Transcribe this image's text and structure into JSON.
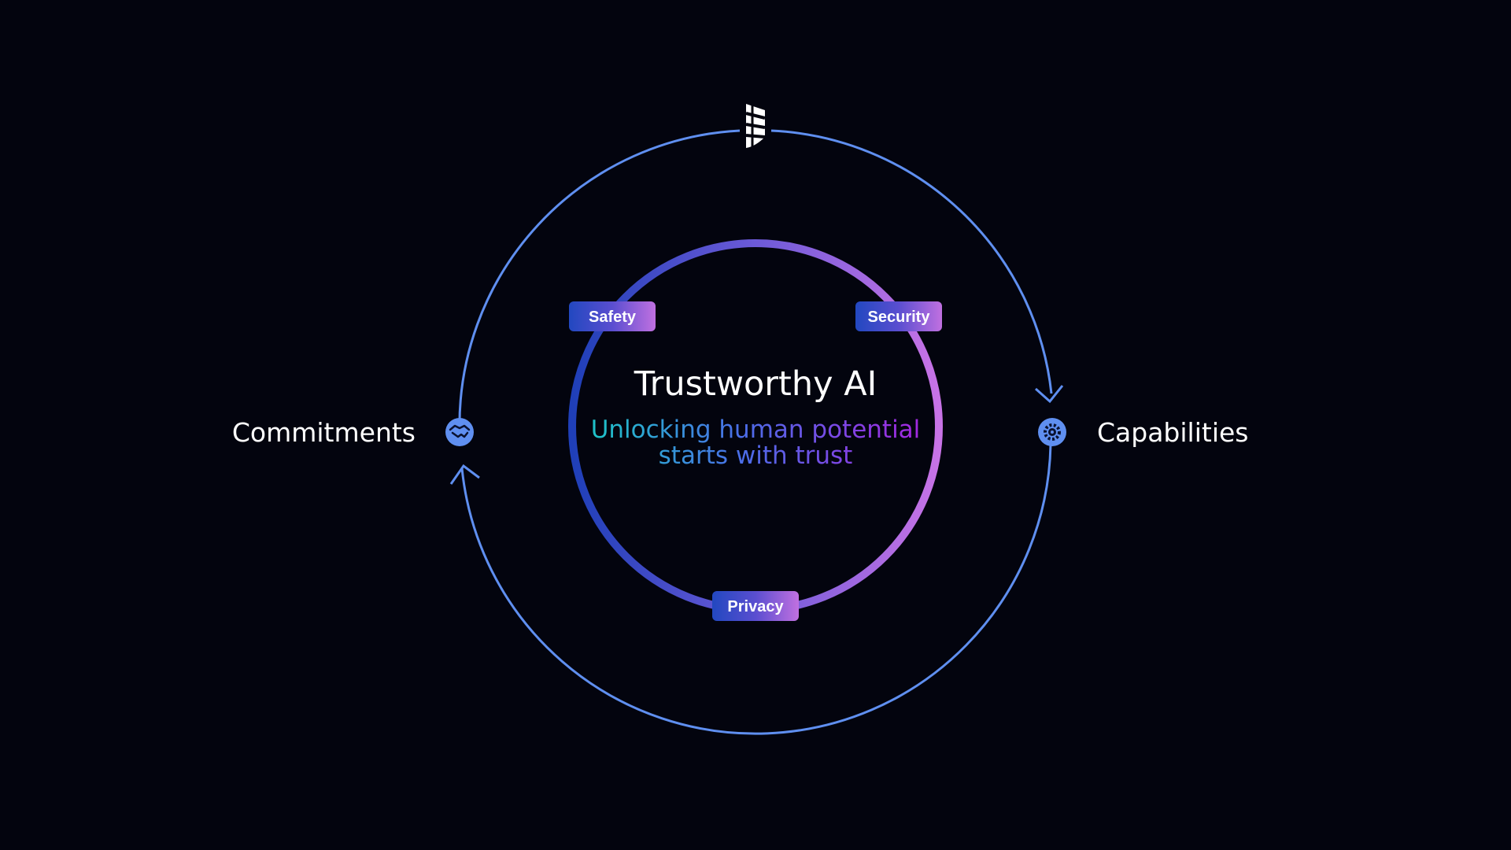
{
  "diagram": {
    "title": "Trustworthy AI",
    "subtitle_line1": "Unlocking human potential",
    "subtitle_line2": "starts with trust",
    "pillars": {
      "safety": "Safety",
      "security": "Security",
      "privacy": "Privacy"
    },
    "cycle": {
      "left": "Commitments",
      "right": "Capabilities"
    },
    "icons": {
      "top": "shield-logo-icon",
      "left": "handshake-icon",
      "right": "gear-icon"
    }
  },
  "colors": {
    "background": "#03040e",
    "outer_ring": "#5f8ff0",
    "inner_ring_start": "#1f3fb8",
    "inner_ring_end": "#c873e6",
    "subtitle_start": "#1fc0c8",
    "subtitle_end": "#a02ae0",
    "label_text": "#ffffff"
  }
}
